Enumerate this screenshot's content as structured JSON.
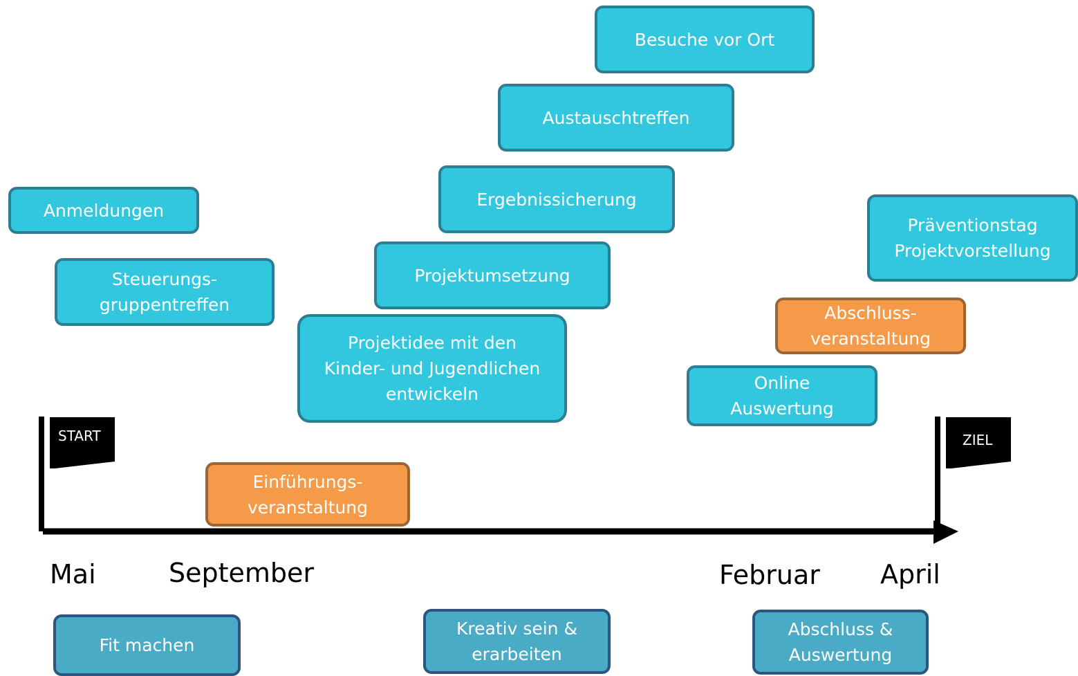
{
  "activities": {
    "besuche": "Besuche vor Ort",
    "austausch": "Austauschtreffen",
    "ergebnis": "Ergebnissicherung",
    "anmeldungen": "Anmeldungen",
    "steuerung": "Steuerungs-\ngruppentreffen",
    "umsetzung": "Projektumsetzung",
    "projektidee": "Projektidee mit den\nKinder- und Jugendlichen\nentwickeln",
    "praevention": "Präventionstag\nProjektvorstellung",
    "abschlussveranstaltung": "Abschluss-\nveranstaltung",
    "online": "Online\nAuswertung",
    "einfuehrung": "Einführungs-\nveranstaltung"
  },
  "flags": {
    "start": "START",
    "ziel": "ZIEL"
  },
  "months": {
    "mai": "Mai",
    "september": "September",
    "februar": "Februar",
    "april": "April"
  },
  "phases": {
    "fit": "Fit machen",
    "kreativ": "Kreativ sein &\nerarbeiten",
    "abschluss": "Abschluss &\nAuswertung"
  },
  "colors": {
    "activity": "#31c7de",
    "event": "#f59a48",
    "phase": "#4aabc6",
    "axis": "#000000"
  }
}
